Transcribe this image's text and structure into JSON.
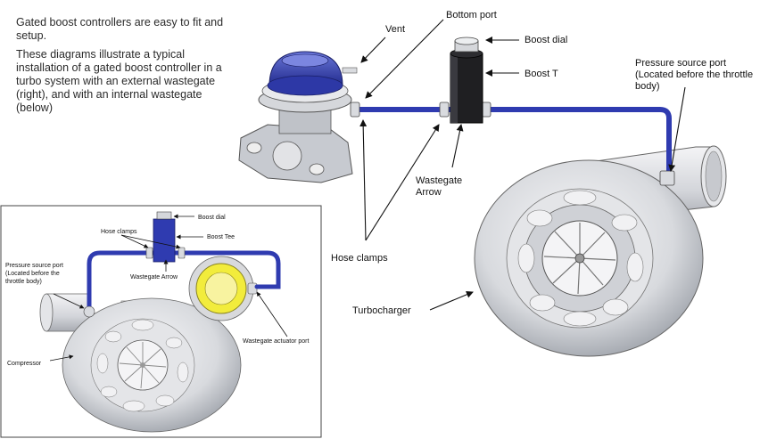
{
  "intro": {
    "p1": "Gated boost controllers are easy to fit and setup.",
    "p2": "These diagrams illustrate a typical installation of a gated boost controller in a turbo system with an external wastegate (right), and with an internal wastegate (below)"
  },
  "main_labels": {
    "vent": "Vent",
    "bottom_port": "Bottom port",
    "boost_dial": "Boost dial",
    "boost_t": "Boost T",
    "pressure_source_1": "Pressure source port",
    "pressure_source_2": "(Located before the throttle",
    "pressure_source_3": "body)",
    "wastegate_arrow_1": "Wastegate",
    "wastegate_arrow_2": "Arrow",
    "hose_clamps": "Hose clamps",
    "turbocharger": "Turbocharger"
  },
  "inset_labels": {
    "boost_dial": "Boost dial",
    "hose_clamps": "Hose clamps",
    "boost_tee": "Boost Tee",
    "pressure_source_1": "Pressure source port",
    "pressure_source_2": "(Located before the",
    "pressure_source_3": "throttle body)",
    "wastegate_arrow": "Wastegate Arrow",
    "wastegate_actuator_port": "Wastegate actuator port",
    "compressor": "Compressor"
  },
  "colors": {
    "hose": "#2f3bb0",
    "boost_body": "#1f1f22",
    "metal": "#c9ccd2",
    "actuator": "#f2ec3c"
  }
}
